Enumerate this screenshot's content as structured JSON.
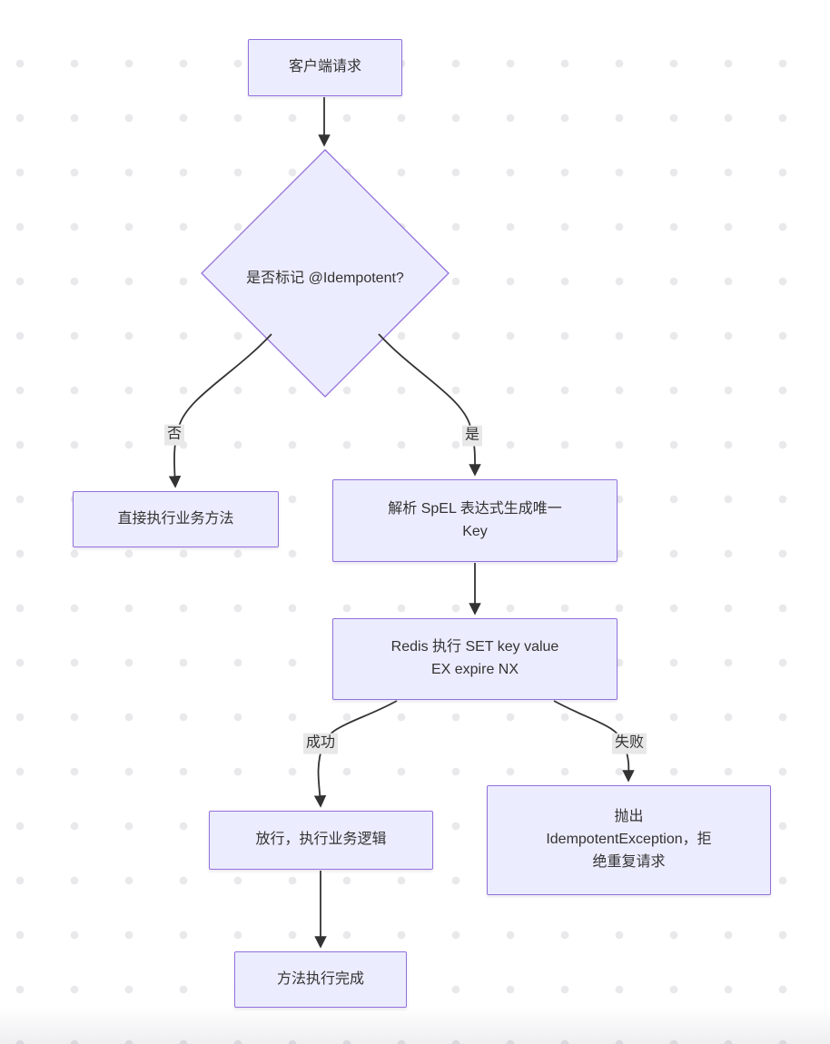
{
  "diagram": {
    "type": "flowchart",
    "direction": "top-down",
    "nodes": {
      "start": {
        "label": "客户端请求",
        "shape": "rect"
      },
      "decision": {
        "label": "是否标记 @Idempotent?",
        "shape": "diamond"
      },
      "direct": {
        "label": "直接执行业务方法",
        "shape": "rect"
      },
      "spel": {
        "label": "解析 SpEL 表达式生成唯一\nKey",
        "shape": "rect"
      },
      "redis": {
        "label": "Redis 执行 SET key value\nEX expire NX",
        "shape": "rect"
      },
      "allow": {
        "label": "放行，执行业务逻辑",
        "shape": "rect"
      },
      "exception": {
        "label": "抛出\nIdempotentException，拒\n绝重复请求",
        "shape": "rect"
      },
      "done": {
        "label": "方法执行完成",
        "shape": "rect"
      }
    },
    "edges": [
      {
        "from": "start",
        "to": "decision",
        "label": ""
      },
      {
        "from": "decision",
        "to": "direct",
        "label": "否"
      },
      {
        "from": "decision",
        "to": "spel",
        "label": "是"
      },
      {
        "from": "spel",
        "to": "redis",
        "label": ""
      },
      {
        "from": "redis",
        "to": "allow",
        "label": "成功"
      },
      {
        "from": "redis",
        "to": "exception",
        "label": "失败"
      },
      {
        "from": "allow",
        "to": "done",
        "label": ""
      }
    ],
    "edge_labels": {
      "no": "否",
      "yes": "是",
      "success": "成功",
      "fail": "失败"
    },
    "colors": {
      "node_fill": "#ECECFF",
      "node_border": "#9370DB",
      "edge_stroke": "#333333",
      "edge_label_bg": "#e8e8e8",
      "text": "#333333",
      "background_dot": "#e9e9ec"
    }
  }
}
